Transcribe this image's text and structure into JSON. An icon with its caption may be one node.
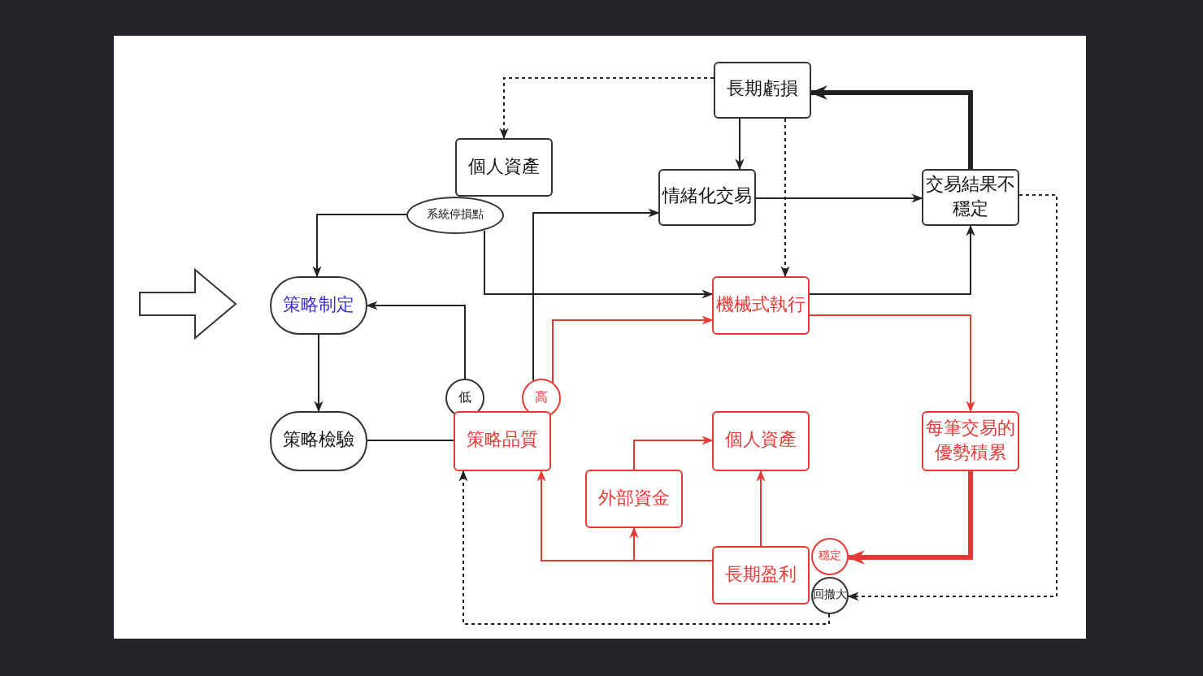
{
  "diagram": {
    "nodes": [
      {
        "text": [
          "長期虧損"
        ]
      },
      {
        "text": [
          "個人資產"
        ]
      },
      {
        "text": [
          "系統停損點"
        ]
      },
      {
        "text": [
          "情緒化交易"
        ]
      },
      {
        "text": [
          "交易結果不穩定"
        ]
      },
      {
        "text": [
          "策略制定"
        ]
      },
      {
        "text": [
          "機械式執行"
        ]
      },
      {
        "text": [
          "策略檢驗"
        ]
      },
      {
        "text": [
          "低"
        ]
      },
      {
        "text": [
          "高"
        ]
      },
      {
        "text": [
          "策略品質"
        ]
      },
      {
        "text": [
          "每筆交易的優勢積累"
        ]
      },
      {
        "text": [
          "個人資產"
        ]
      },
      {
        "text": [
          "外部資金"
        ]
      },
      {
        "text": [
          "長期盈利"
        ]
      },
      {
        "text": [
          "穩定"
        ]
      },
      {
        "text": [
          "回撤大"
        ]
      }
    ],
    "edges": [
      {
        "from": 0,
        "to": 1,
        "arrow": "to",
        "style": "dashed"
      },
      {
        "from": 0,
        "to": 3,
        "arrow": "to"
      },
      {
        "from": 0,
        "to": 6,
        "arrow": "to",
        "style": "dashed"
      },
      {
        "from": 3,
        "to": 4,
        "arrow": "to"
      },
      {
        "from": 4,
        "to": 0,
        "arrow": "to",
        "style": "thick"
      },
      {
        "from": 4,
        "to": 16,
        "arrow": "to",
        "style": "dashed"
      },
      {
        "from": 2,
        "to": 5,
        "arrow": "to"
      },
      {
        "from": 2,
        "to": 6,
        "arrow": "to"
      },
      {
        "from": 5,
        "to": 7,
        "arrow": "to"
      },
      {
        "from": 7,
        "to": 10,
        "arrow": "none"
      },
      {
        "from": 8,
        "to": 5,
        "arrow": "to"
      },
      {
        "from": 9,
        "to": 3,
        "arrow": "to"
      },
      {
        "from": 9,
        "to": 6,
        "arrow": "to",
        "color": "#e53935"
      },
      {
        "from": 6,
        "to": 4,
        "arrow": "to"
      },
      {
        "from": 6,
        "to": 11,
        "arrow": "to",
        "color": "#e53935"
      },
      {
        "from": 11,
        "to": 15,
        "arrow": "to",
        "style": "thick",
        "color": "#e53935"
      },
      {
        "from": 14,
        "to": 10,
        "arrow": "to",
        "color": "#e53935"
      },
      {
        "from": 14,
        "to": 13,
        "arrow": "to",
        "color": "#e53935"
      },
      {
        "from": 14,
        "to": 12,
        "arrow": "to",
        "color": "#e53935"
      },
      {
        "from": 13,
        "to": 12,
        "arrow": "to",
        "color": "#e53935"
      },
      {
        "from": 16,
        "to": 10,
        "arrow": "to",
        "style": "dashed"
      }
    ]
  }
}
